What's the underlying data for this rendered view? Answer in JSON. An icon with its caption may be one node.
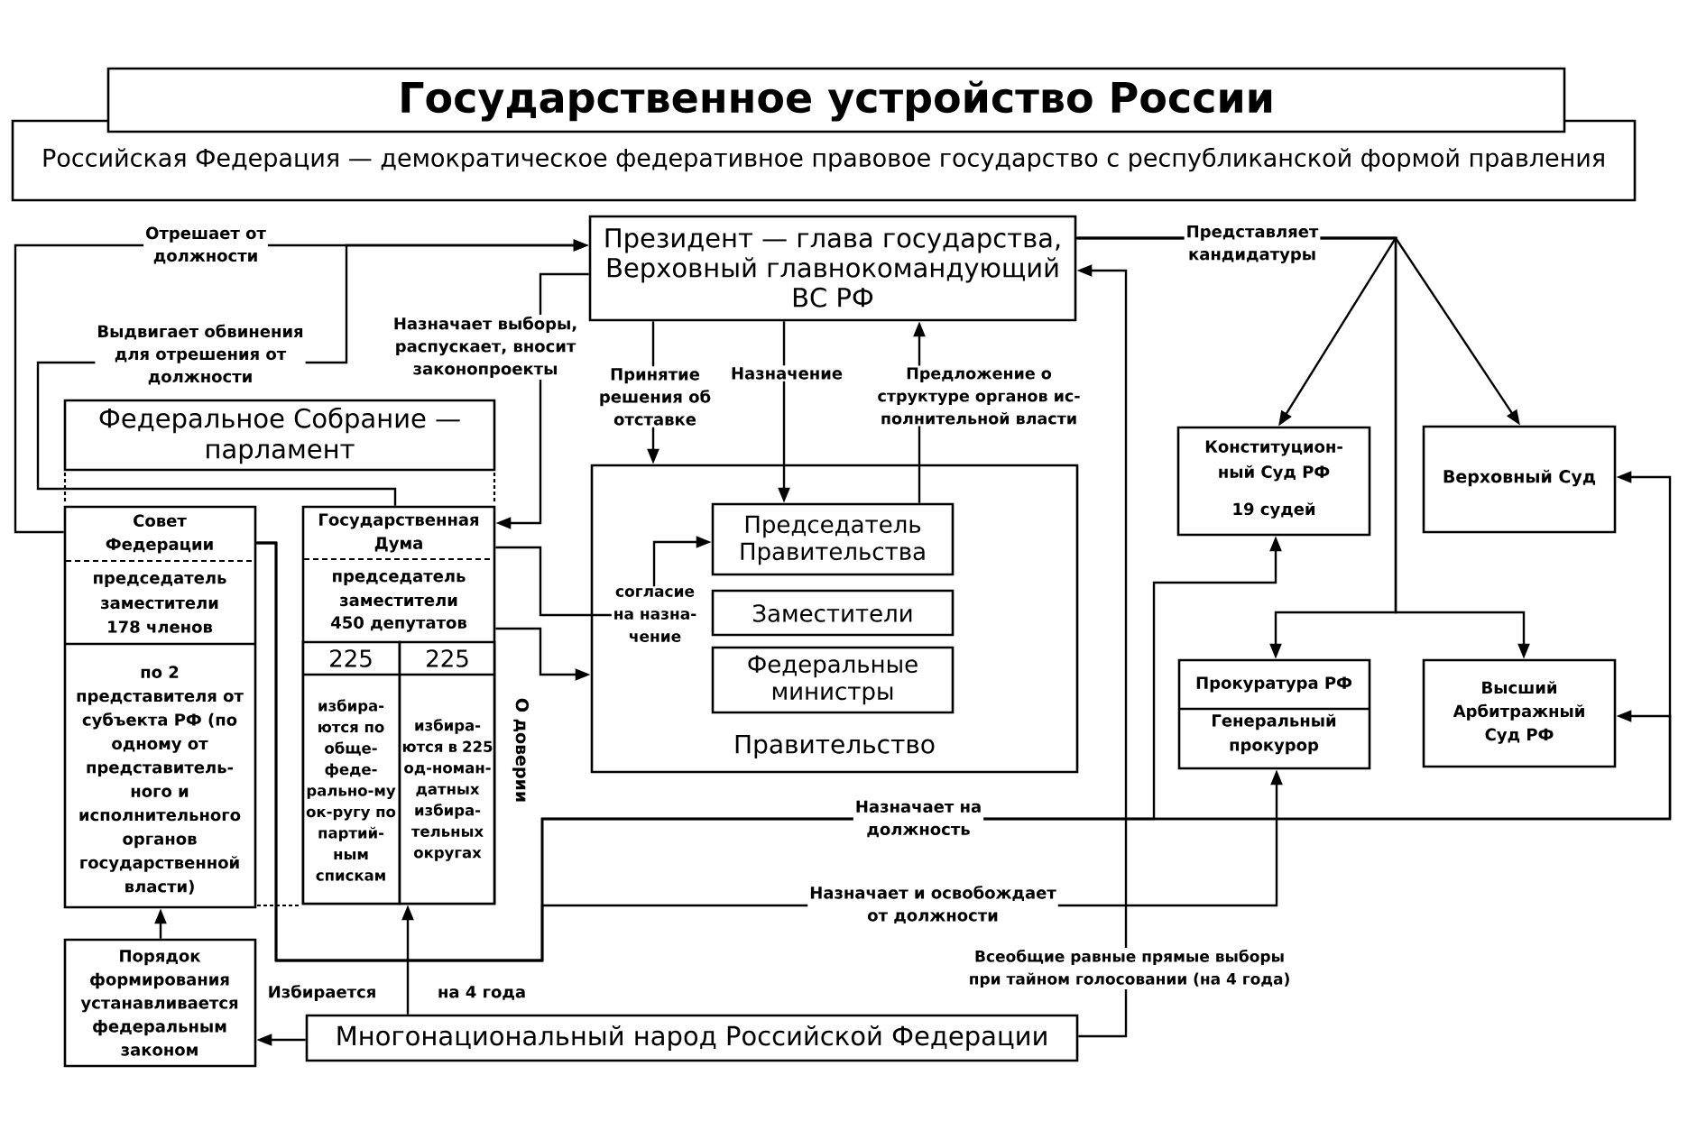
{
  "diagram": {
    "title": "Государственное устройство России",
    "nodes": [
      {
        "text": [
          "Российская Федерация — демократическое федеративное правовое государство с республиканской формой правления"
        ]
      },
      {
        "text": [
          "Президент — глава государства, Верховный главнокомандующий ВС РФ"
        ]
      },
      {
        "text": [
          "Федеральное Собрание — парламент"
        ]
      },
      {
        "text": [
          "Совет Федерации",
          "председатель",
          "заместители",
          "178 членов",
          "по 2 представителя от субъекта РФ (по одному от представитель-ного и исполнительного органов государственной власти)"
        ]
      },
      {
        "text": [
          "Государственная Дума",
          "председатель",
          "заместители",
          "450 депутатов"
        ]
      },
      {
        "text": [
          "225",
          "избира-ются по обще-феде-рально-му ок-ругу по партий-ным спискам"
        ],
        "in": 4
      },
      {
        "text": [
          "225",
          "избира-ются в 225 од-номан-датных избира-тельных округах"
        ],
        "in": 4
      },
      {
        "text": [
          "Правительство"
        ]
      },
      {
        "text": [
          "Председатель Правительства"
        ],
        "in": 7
      },
      {
        "text": [
          "Заместители"
        ],
        "in": 7
      },
      {
        "text": [
          "Федеральные министры"
        ],
        "in": 7
      },
      {
        "text": [
          "Конституцион-ный Суд РФ",
          "19 судей"
        ]
      },
      {
        "text": [
          "Верховный Суд"
        ]
      },
      {
        "text": [
          "Прокуратура РФ",
          "Генеральный прокурор"
        ]
      },
      {
        "text": [
          "Высший Арбитражный Суд РФ"
        ]
      },
      {
        "text": [
          "Порядок формирования устанавливается федеральным законом"
        ]
      },
      {
        "text": [
          "Многонациональный народ Российской Федерации"
        ]
      }
    ],
    "edges": [
      {
        "from": 3,
        "to": 1,
        "arrow": "to",
        "label": "Отрешает от должности"
      },
      {
        "from": 4,
        "to": 1,
        "arrow": "to",
        "label": "Выдвигает обвинения для отрешения от должности"
      },
      {
        "from": 1,
        "to": 4,
        "arrow": "to",
        "label": "Назначает выборы, распускает, вносит законопроекты"
      },
      {
        "from": 1,
        "to": 7,
        "arrow": "to",
        "label": "Принятие решения об отставке"
      },
      {
        "from": 1,
        "to": 8,
        "arrow": "to",
        "label": "Назначение"
      },
      {
        "from": 8,
        "to": 1,
        "arrow": "to",
        "label": "Предложение о структуре органов ис-полнительной власти"
      },
      {
        "from": 1,
        "to": 11,
        "arrow": "to",
        "label": "Представляет кандидатуры"
      },
      {
        "from": 1,
        "to": 12,
        "arrow": "to"
      },
      {
        "from": 1,
        "to": 13,
        "arrow": "to"
      },
      {
        "from": 1,
        "to": 14,
        "arrow": "to"
      },
      {
        "from": 4,
        "to": 8,
        "arrow": "to",
        "label": "согласие на назна-чение"
      },
      {
        "from": 4,
        "to": 7,
        "arrow": "to",
        "label": "О доверии"
      },
      {
        "from": 3,
        "to": 11,
        "arrow": "to",
        "label": "Назначает на должность"
      },
      {
        "from": 3,
        "to": 12,
        "arrow": "to"
      },
      {
        "from": 3,
        "to": 14,
        "arrow": "to"
      },
      {
        "from": 3,
        "to": 13,
        "arrow": "to",
        "label": "Назначает и освобождает от должности"
      },
      {
        "from": 16,
        "to": 1,
        "arrow": "to",
        "label": "Всеобщие равные прямые выборы при тайном голосовании (на 4 года)"
      },
      {
        "from": 16,
        "to": 4,
        "arrow": "to",
        "label": "Избирается"
      },
      {
        "from": 16,
        "to": 15,
        "arrow": "to"
      },
      {
        "from": 15,
        "to": 3,
        "arrow": "to"
      }
    ],
    "labels": [
      "на 4 года"
    ]
  }
}
